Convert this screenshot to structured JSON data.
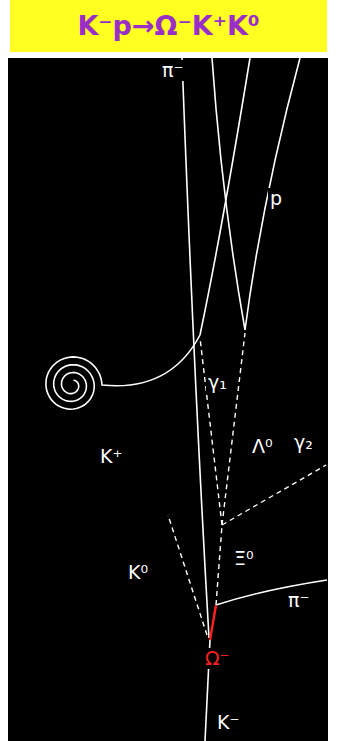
{
  "diagram": {
    "title": "K⁻p→Ω⁻K⁺K⁰",
    "labels": [
      "π⁻",
      "p",
      "γ₁",
      "K⁺",
      "Λ⁰",
      "γ₂",
      "K⁰",
      "Ξ⁰",
      "π⁻",
      "Ω⁻",
      "K⁻"
    ]
  }
}
